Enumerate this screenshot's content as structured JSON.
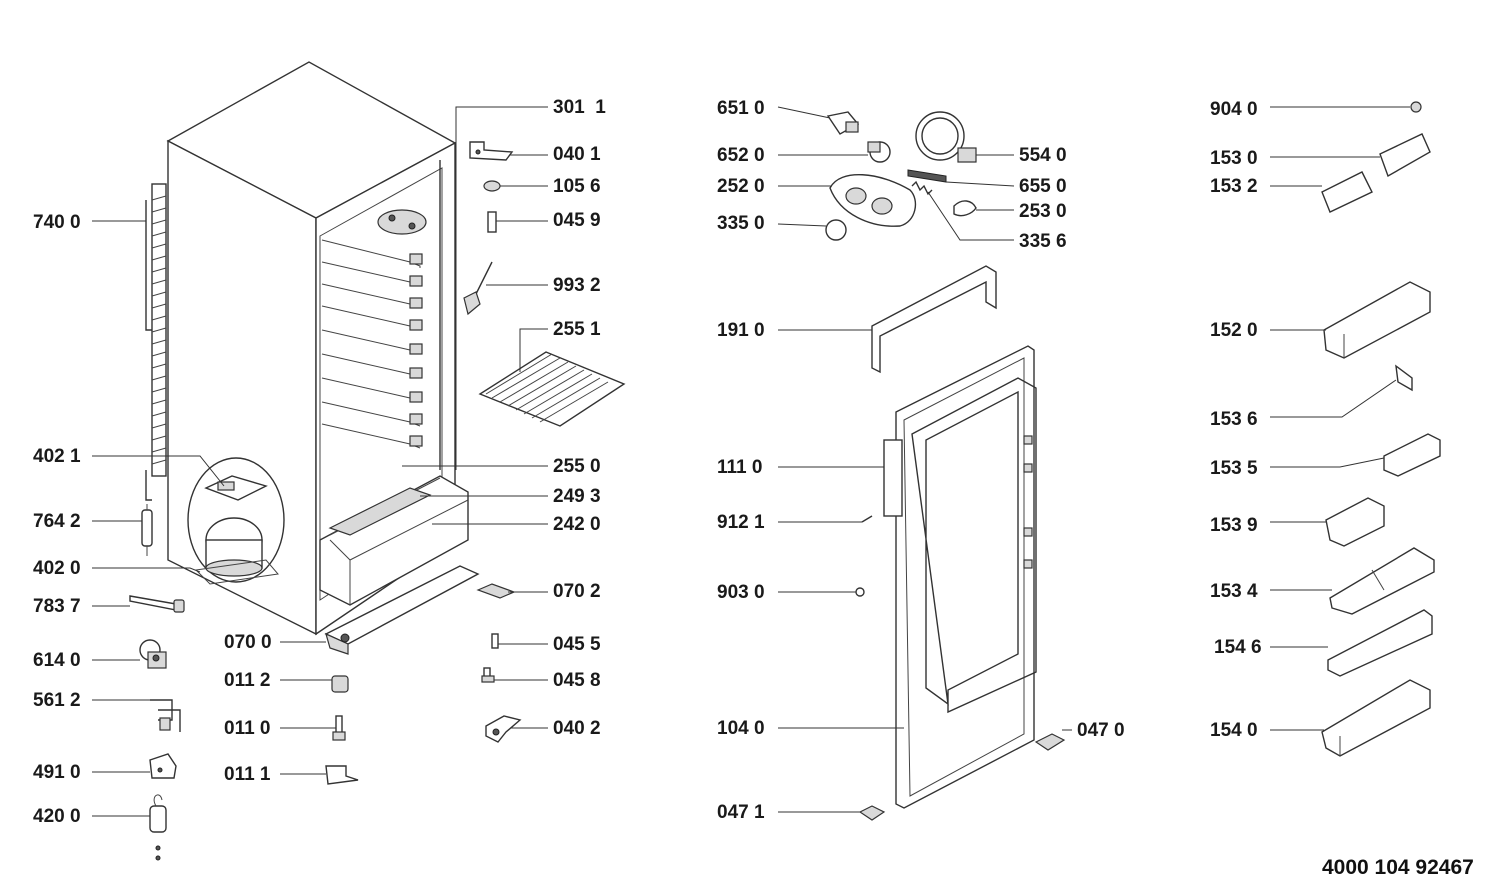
{
  "drawing_number": "4000 104 92467",
  "parts": [
    {
      "id": "p3011",
      "code": "301  1"
    },
    {
      "id": "p0401",
      "code": "040 1"
    },
    {
      "id": "p1056",
      "code": "105 6"
    },
    {
      "id": "p0459",
      "code": "045 9"
    },
    {
      "id": "p9932",
      "code": "993 2"
    },
    {
      "id": "p2551",
      "code": "255 1"
    },
    {
      "id": "p2550",
      "code": "255 0"
    },
    {
      "id": "p2493",
      "code": "249 3"
    },
    {
      "id": "p2420",
      "code": "242 0"
    },
    {
      "id": "p0702",
      "code": "070 2"
    },
    {
      "id": "p0455",
      "code": "045 5"
    },
    {
      "id": "p0458",
      "code": "045 8"
    },
    {
      "id": "p0402",
      "code": "040 2"
    },
    {
      "id": "p7400",
      "code": "740 0"
    },
    {
      "id": "p4021",
      "code": "402 1"
    },
    {
      "id": "p7642",
      "code": "764 2"
    },
    {
      "id": "p4020",
      "code": "402 0"
    },
    {
      "id": "p7837",
      "code": "783 7"
    },
    {
      "id": "p6140",
      "code": "614 0"
    },
    {
      "id": "p5612",
      "code": "561 2"
    },
    {
      "id": "p4910",
      "code": "491 0"
    },
    {
      "id": "p4200",
      "code": "420 0"
    },
    {
      "id": "p0700",
      "code": "070 0"
    },
    {
      "id": "p0112",
      "code": "011 2"
    },
    {
      "id": "p0110",
      "code": "011 0"
    },
    {
      "id": "p0111",
      "code": "011 1"
    },
    {
      "id": "p6510",
      "code": "651 0"
    },
    {
      "id": "p6520",
      "code": "652 0"
    },
    {
      "id": "p2520",
      "code": "252 0"
    },
    {
      "id": "p3350",
      "code": "335 0"
    },
    {
      "id": "p5540",
      "code": "554 0"
    },
    {
      "id": "p6550",
      "code": "655 0"
    },
    {
      "id": "p2530",
      "code": "253 0"
    },
    {
      "id": "p3356",
      "code": "335 6"
    },
    {
      "id": "p1910",
      "code": "191 0"
    },
    {
      "id": "p1110",
      "code": "111 0"
    },
    {
      "id": "p9121",
      "code": "912 1"
    },
    {
      "id": "p9030",
      "code": "903 0"
    },
    {
      "id": "p1040",
      "code": "104 0"
    },
    {
      "id": "p0470",
      "code": "047 0"
    },
    {
      "id": "p0471",
      "code": "047 1"
    },
    {
      "id": "p9040",
      "code": "904 0"
    },
    {
      "id": "p1530",
      "code": "153 0"
    },
    {
      "id": "p1532",
      "code": "153 2"
    },
    {
      "id": "p1520",
      "code": "152 0"
    },
    {
      "id": "p1536",
      "code": "153 6"
    },
    {
      "id": "p1535",
      "code": "153 5"
    },
    {
      "id": "p1539",
      "code": "153 9"
    },
    {
      "id": "p1534",
      "code": "153 4"
    },
    {
      "id": "p1546",
      "code": "154 6"
    },
    {
      "id": "p1540",
      "code": "154 0"
    }
  ]
}
